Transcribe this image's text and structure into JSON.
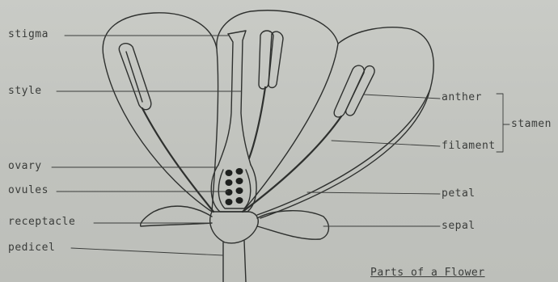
{
  "labels": {
    "stigma": "stigma",
    "style": "style",
    "ovary": "ovary",
    "ovules": "ovules",
    "receptacle": "receptacle",
    "pedicel": "pedicel",
    "anther": "anther",
    "filament": "filament",
    "stamen": "stamen",
    "petal": "petal",
    "sepal": "sepal"
  },
  "caption": "Parts of a Flower"
}
